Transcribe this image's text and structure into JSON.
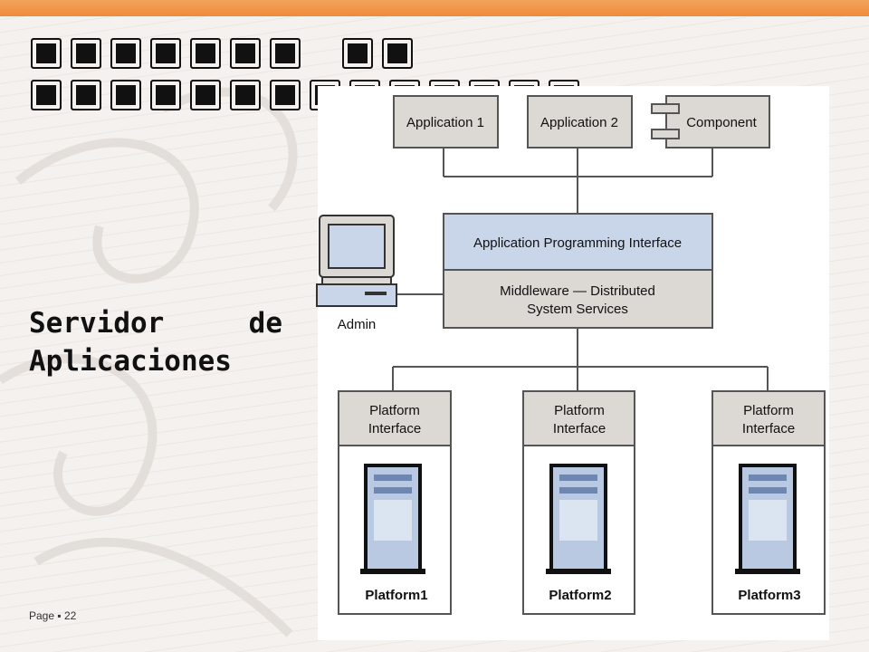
{
  "slide": {
    "title_line1": "■■■■■■■ ■■",
    "title_line2": "■■■■■■■■■■■■■■",
    "subtitle_line1_a": "Servidor",
    "subtitle_line1_b": "de",
    "subtitle_line2": "Aplicaciones",
    "page_label": "Page ▪ 22"
  },
  "diagram": {
    "apps": [
      "Application 1",
      "Application 2",
      "Component"
    ],
    "api_label": "Application Programming Interface",
    "middleware_line1": "Middleware — Distributed",
    "middleware_line2": "System Services",
    "admin_label": "Admin",
    "platform_interface_line1": "Platform",
    "platform_interface_line2": "Interface",
    "platforms": [
      "Platform1",
      "Platform2",
      "Platform3"
    ]
  },
  "colors": {
    "accent_orange": "#f08a3a",
    "box_gray": "#dcd8d4",
    "api_blue": "#c9d6ea",
    "line_gray": "#555555",
    "server_blue": "#b9c9e2"
  }
}
